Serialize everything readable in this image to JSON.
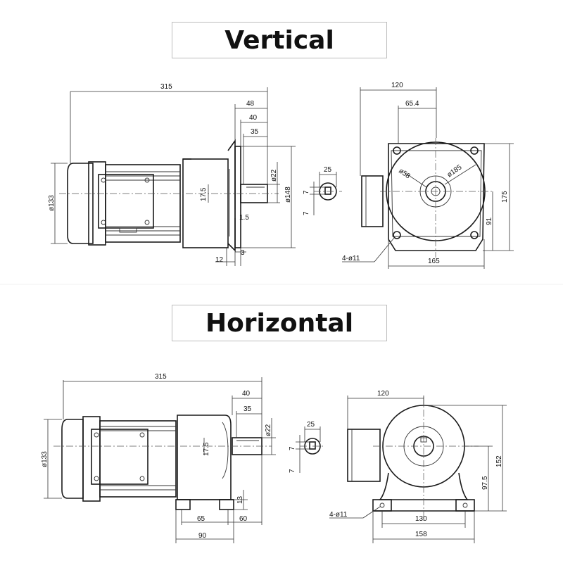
{
  "titles": {
    "vertical": "Vertical",
    "horizontal": "Horizontal"
  },
  "vertical": {
    "side": {
      "total_length": "315",
      "d48": "48",
      "d40": "40",
      "d35": "35",
      "shaft_dia": "ø22",
      "flange_dia": "ø148",
      "motor_dia": "ø133",
      "center_h": "17.5",
      "d1_5": "1.5",
      "d3": "3",
      "d12": "12"
    },
    "key": {
      "width": "25",
      "k7a": "7",
      "k7b": "7"
    },
    "front": {
      "width": "120",
      "d65_4": "65.4",
      "pilot_dia": "ø58",
      "pcd": "ø185",
      "height": "175",
      "d91": "91",
      "base": "165",
      "holes": "4-ø11"
    }
  },
  "horizontal": {
    "side": {
      "total_length": "315",
      "d40": "40",
      "d35": "35",
      "shaft_dia": "ø22",
      "motor_dia": "ø133",
      "center_h": "17.5",
      "d13": "13",
      "d65": "65",
      "d60": "60",
      "d90": "90"
    },
    "key": {
      "width": "25",
      "k7a": "7",
      "k7b": "7"
    },
    "front": {
      "width": "120",
      "height": "152",
      "d97_5": "97.5",
      "d130": "130",
      "base": "158",
      "holes": "4-ø11"
    }
  }
}
